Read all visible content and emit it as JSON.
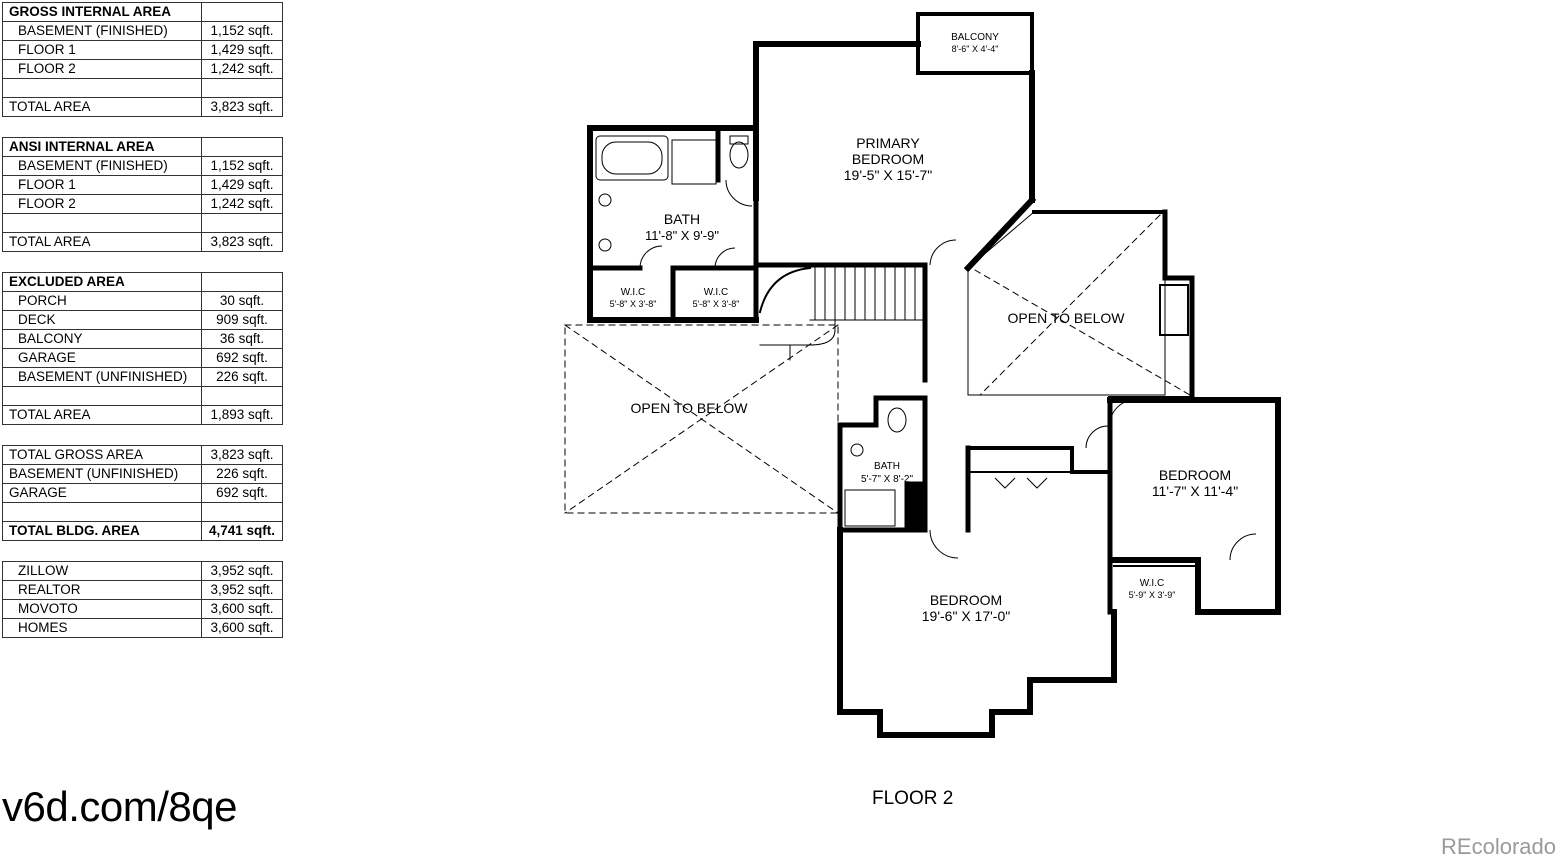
{
  "tables": [
    {
      "header": "GROSS INTERNAL AREA",
      "rows": [
        {
          "label": "BASEMENT (FINISHED)",
          "value": "1,152 sqft."
        },
        {
          "label": "FLOOR 1",
          "value": "1,429 sqft."
        },
        {
          "label": "FLOOR 2",
          "value": "1,242 sqft."
        }
      ],
      "total_label": "TOTAL AREA",
      "total_value": "3,823 sqft."
    },
    {
      "header": "ANSI INTERNAL AREA",
      "rows": [
        {
          "label": "BASEMENT (FINISHED)",
          "value": "1,152 sqft."
        },
        {
          "label": "FLOOR 1",
          "value": "1,429 sqft."
        },
        {
          "label": "FLOOR 2",
          "value": "1,242 sqft."
        }
      ],
      "total_label": "TOTAL AREA",
      "total_value": "3,823 sqft."
    },
    {
      "header": "EXCLUDED AREA",
      "rows": [
        {
          "label": "PORCH",
          "value": "30 sqft."
        },
        {
          "label": "DECK",
          "value": "909 sqft."
        },
        {
          "label": "BALCONY",
          "value": "36 sqft."
        },
        {
          "label": "GARAGE",
          "value": "692 sqft."
        },
        {
          "label": "BASEMENT (UNFINISHED)",
          "value": "226 sqft."
        }
      ],
      "total_label": "TOTAL AREA",
      "total_value": "1,893 sqft."
    },
    {
      "rows": [
        {
          "label": "TOTAL GROSS AREA",
          "value": "3,823 sqft."
        },
        {
          "label": "BASEMENT (UNFINISHED)",
          "value": "226 sqft."
        },
        {
          "label": "GARAGE",
          "value": "692 sqft."
        }
      ],
      "total_label": "TOTAL BLDG. AREA",
      "total_value": "4,741 sqft."
    },
    {
      "rows": [
        {
          "label": "ZILLOW",
          "value": "3,952 sqft."
        },
        {
          "label": "REALTOR",
          "value": "3,952 sqft."
        },
        {
          "label": "MOVOTO",
          "value": "3,600 sqft."
        },
        {
          "label": "HOMES",
          "value": "3,600 sqft."
        }
      ]
    }
  ],
  "rooms": {
    "balcony": {
      "name": "BALCONY",
      "dims": "8'-6\" X 4'-4\""
    },
    "primary": {
      "name1": "PRIMARY",
      "name2": "BEDROOM",
      "dims": "19'-5\" X 15'-7\""
    },
    "bath1": {
      "name": "BATH",
      "dims": "11'-8\" X 9'-9\""
    },
    "wic1": {
      "name": "W.I.C",
      "dims": "5'-8\" X 3'-8\""
    },
    "wic2": {
      "name": "W.I.C",
      "dims": "5'-8\" X 3'-8\""
    },
    "open1": {
      "name": "OPEN TO BELOW"
    },
    "open2": {
      "name": "OPEN TO BELOW"
    },
    "bath2": {
      "name": "BATH",
      "dims": "5'-7\" X 8'-2\""
    },
    "bedroom_right": {
      "name": "BEDROOM",
      "dims": "11'-7\" X 11'-4\""
    },
    "wic3": {
      "name": "W.I.C",
      "dims": "5'-9\" X 3'-9\""
    },
    "bedroom_main": {
      "name": "BEDROOM",
      "dims": "19'-6\" X 17'-0\""
    }
  },
  "floor_label": "FLOOR 2",
  "link": "v6d.com/8qe",
  "watermark": "REcolorado"
}
